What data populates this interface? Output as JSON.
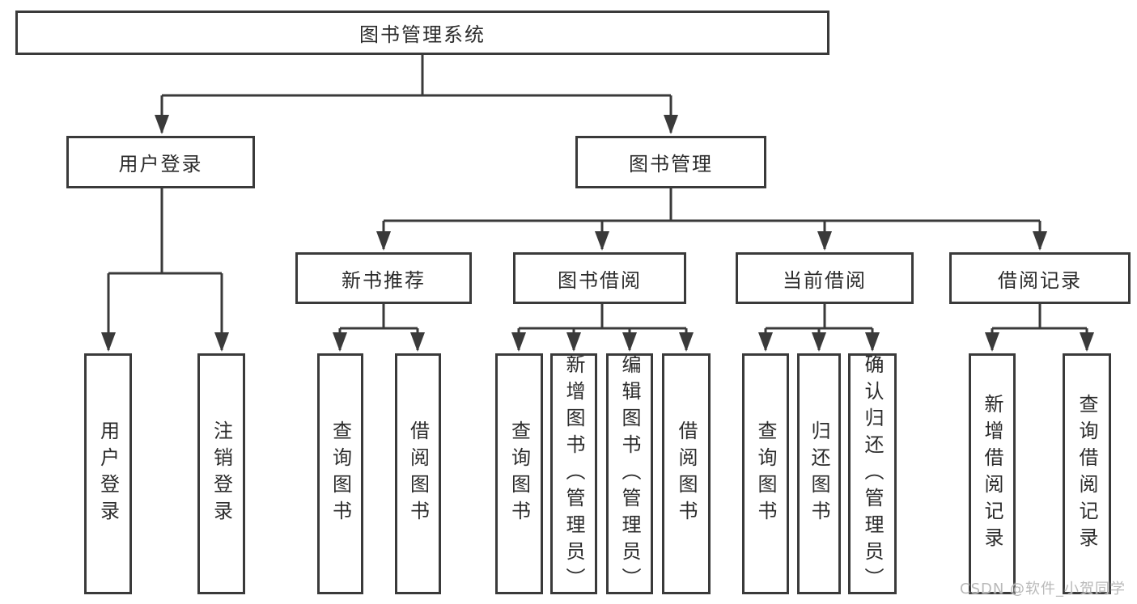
{
  "root": {
    "label": "图书管理系统"
  },
  "user": {
    "label": "用户登录",
    "children": [
      "用户登录",
      "注销登录"
    ]
  },
  "books": {
    "label": "图书管理",
    "sections": [
      {
        "label": "新书推荐",
        "children": [
          "查询图书",
          "借阅图书"
        ]
      },
      {
        "label": "图书借阅",
        "children": [
          "查询图书",
          "新增图书（管理员）",
          "编辑图书（管理员）",
          "借阅图书"
        ]
      },
      {
        "label": "当前借阅",
        "children": [
          "查询图书",
          "归还图书",
          "确认归还（管理员）"
        ]
      },
      {
        "label": "借阅记录",
        "children": [
          "新增借阅记录",
          "查询借阅记录"
        ]
      }
    ]
  },
  "watermark": {
    "text": "CSDN @软件_小贺同学"
  },
  "colors": {
    "line": "#3a3a3a",
    "text": "#2b2b2b",
    "watermark": "#b9b9b9",
    "background": "#ffffff"
  }
}
